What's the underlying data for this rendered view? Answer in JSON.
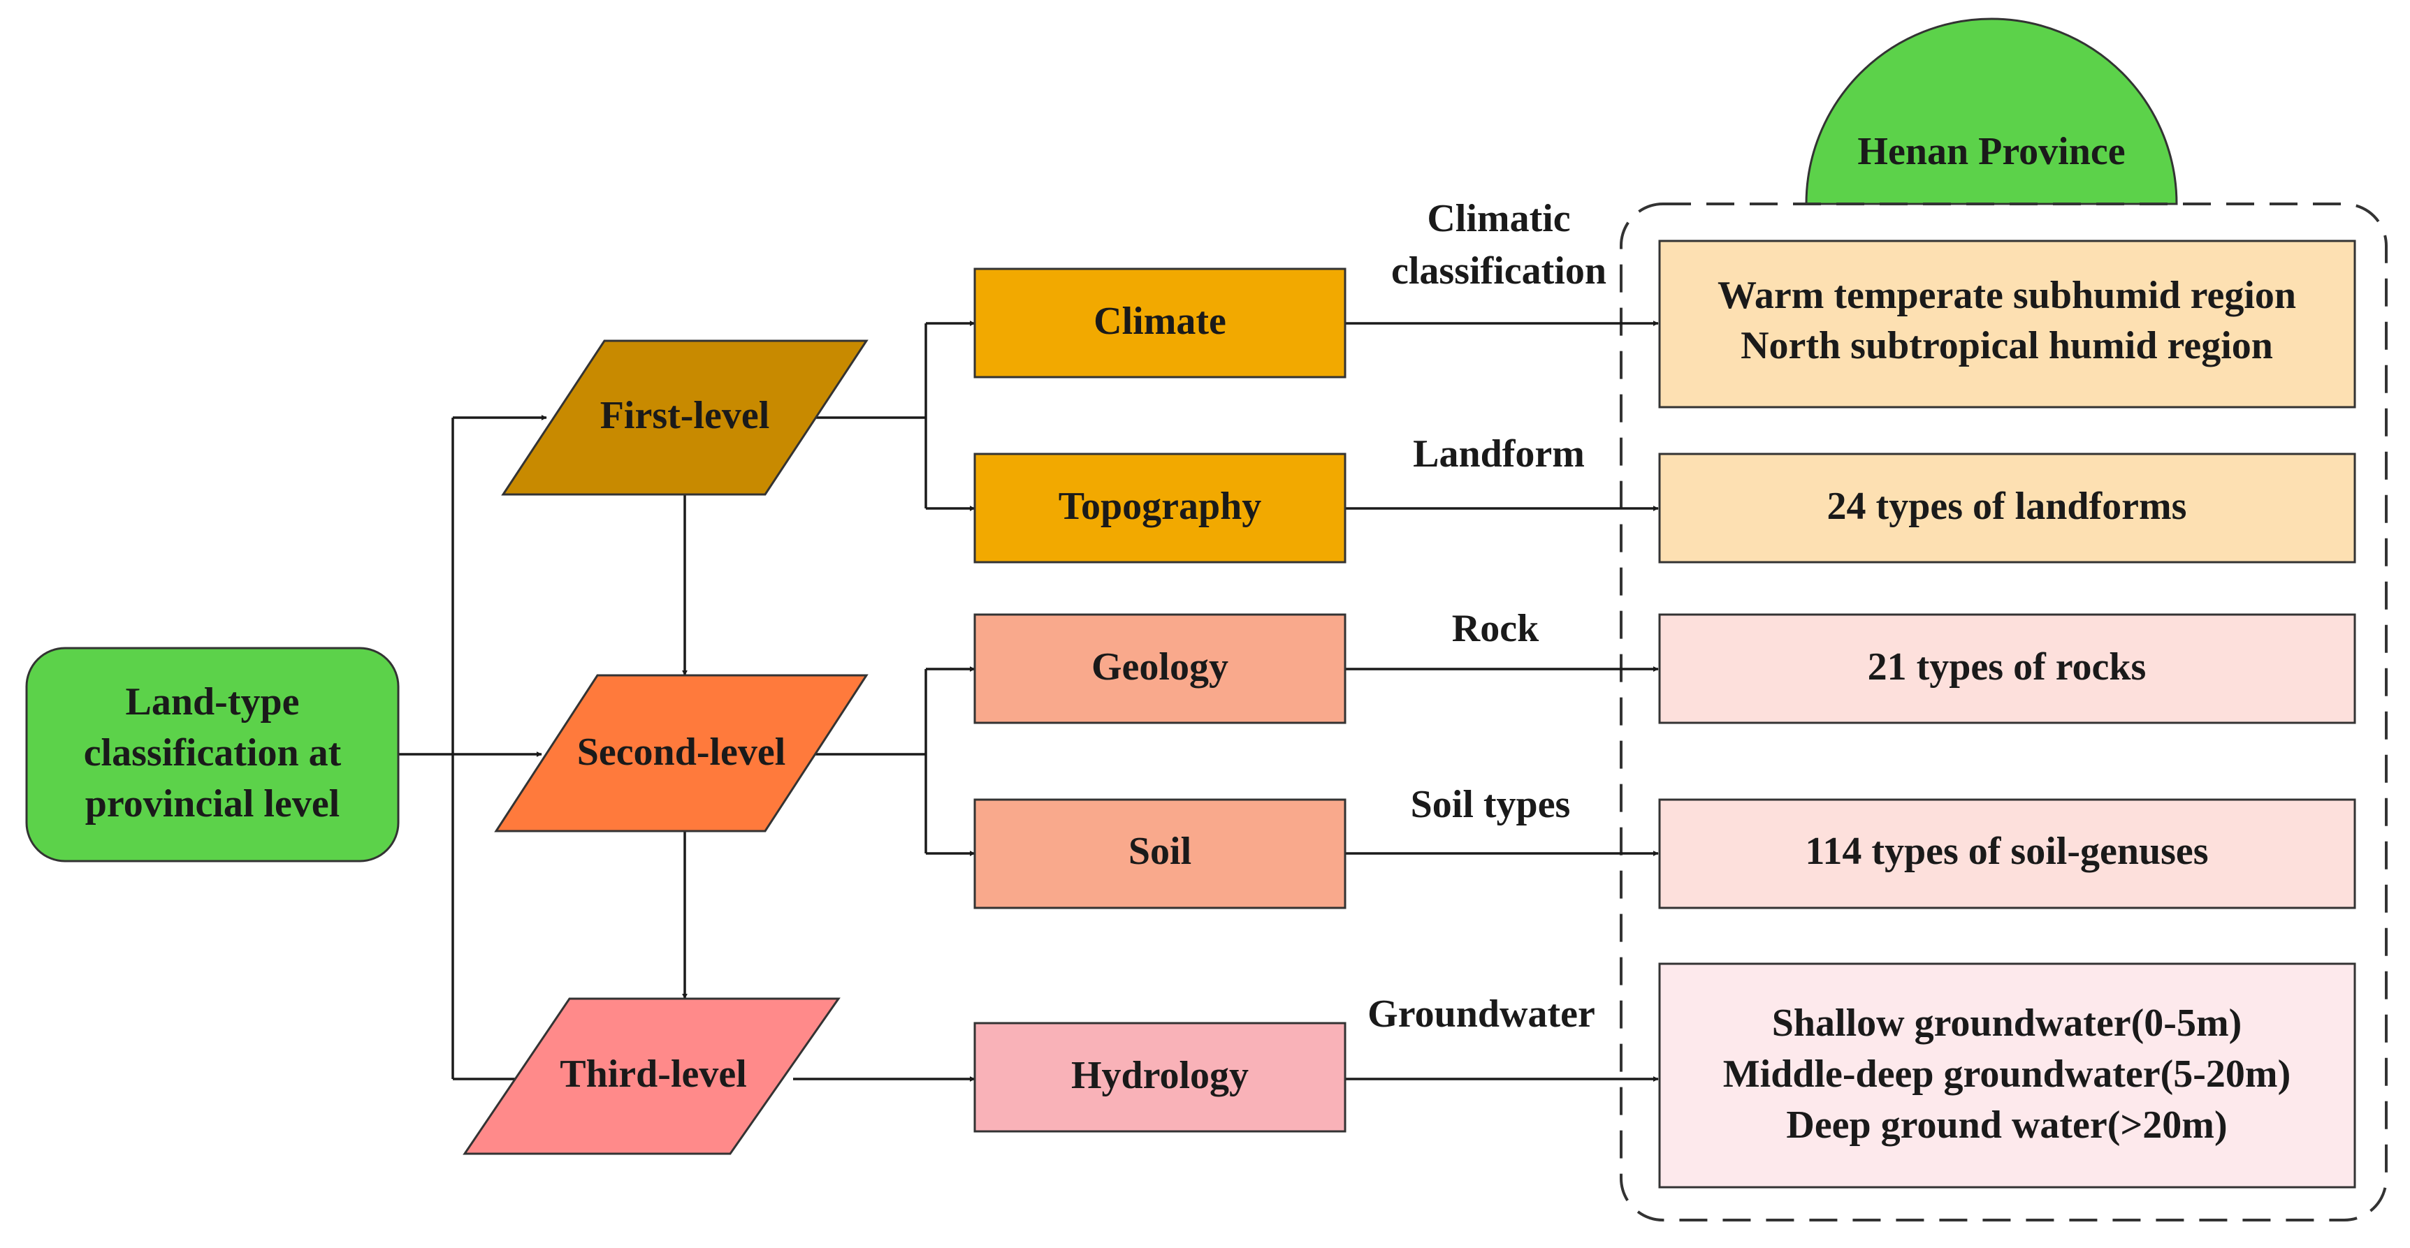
{
  "colors": {
    "root": "#5cd24a",
    "province": "#5cd24a",
    "first_level": "#c88a00",
    "second_level": "#ff7a3c",
    "third_level": "#ff8a8a",
    "climate_topography": "#f2a900",
    "geology_soil": "#f9a98c",
    "hydrology": "#f9b2b8",
    "result_climate_topo": "#fde0b2",
    "result_geology_soil": "#fde0dc",
    "result_hydrology": "#fde9ec",
    "line": "#1a1a1a"
  },
  "root": {
    "lines": [
      "Land-type",
      "classification at",
      "provincial level"
    ]
  },
  "province": {
    "label": "Henan Province"
  },
  "levels": [
    {
      "id": "first",
      "label": "First-level"
    },
    {
      "id": "second",
      "label": "Second-level"
    },
    {
      "id": "third",
      "label": "Third-level"
    }
  ],
  "factors": [
    {
      "id": "climate",
      "label": "Climate",
      "edge_label": [
        "Climatic",
        "classification"
      ],
      "result": [
        "Warm temperate subhumid region",
        "North subtropical humid region"
      ]
    },
    {
      "id": "topography",
      "label": "Topography",
      "edge_label": [
        "Landform"
      ],
      "result": [
        "24 types of landforms"
      ]
    },
    {
      "id": "geology",
      "label": "Geology",
      "edge_label": [
        "Rock"
      ],
      "result": [
        "21 types of rocks"
      ]
    },
    {
      "id": "soil",
      "label": "Soil",
      "edge_label": [
        "Soil types"
      ],
      "result": [
        "114 types of soil-genuses"
      ]
    },
    {
      "id": "hydrology",
      "label": "Hydrology",
      "edge_label": [
        "Groundwater"
      ],
      "result": [
        "Shallow groundwater(0-5m)",
        "Middle-deep groundwater(5-20m)",
        "Deep ground water(>20m)"
      ]
    }
  ]
}
